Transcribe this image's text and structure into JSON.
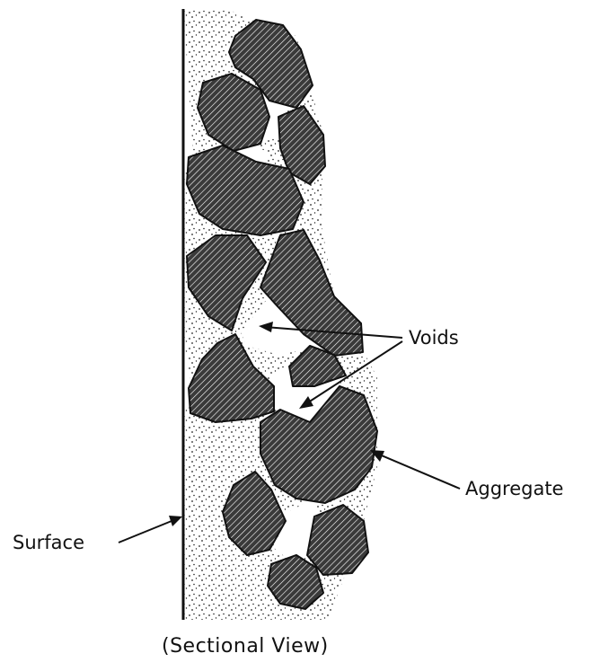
{
  "labels": {
    "voids": "Voids",
    "aggregate": "Aggregate",
    "surface": "Surface",
    "caption": "(Sectional View)"
  },
  "colors": {
    "ink": "#111111",
    "background": "#ffffff"
  }
}
